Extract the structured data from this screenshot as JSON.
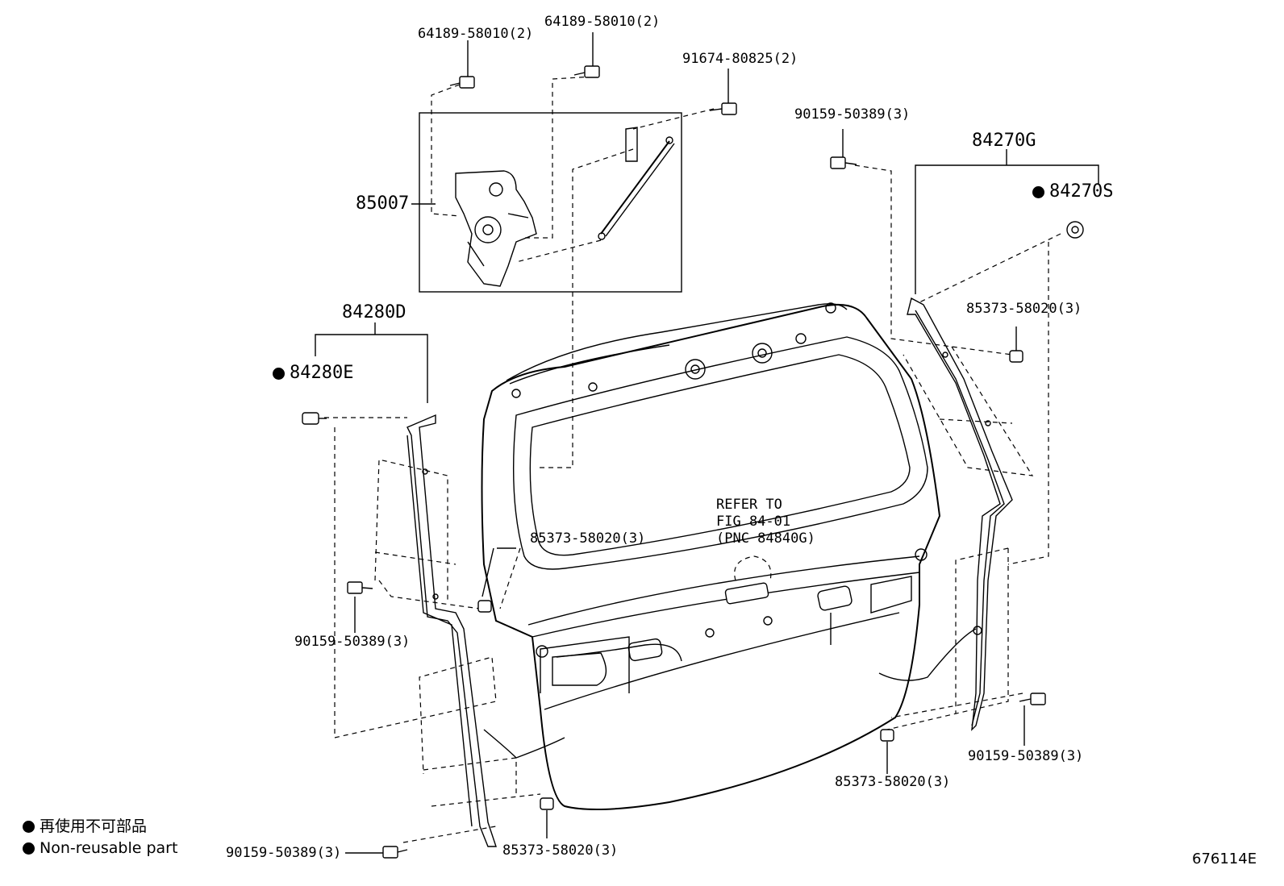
{
  "diagram_id": "676114E",
  "legend": {
    "jp": "再使用不可部品",
    "en": "Non-reusable part"
  },
  "callouts": {
    "bolt_top_left": "64189-58010(2)",
    "bolt_top_mid": "64189-58010(2)",
    "bolt_top_right": "91674-80825(2)",
    "screw_top_right": "90159-50389(3)",
    "seal_right_assy": "84270G",
    "seal_right_clip": "84270S",
    "clip_right_upper": "85373-58020(3)",
    "closer_assy": "85007",
    "seal_left_assy": "84280D",
    "seal_left_clip": "84280E",
    "clip_left_mid": "85373-58020(3)",
    "refer_line1": "REFER TO",
    "refer_line2": "FIG 84-01",
    "refer_line3": "(PNC 84840G)",
    "screw_left_mid": "90159-50389(3)",
    "screw_right_low": "90159-50389(3)",
    "clip_bottom_right": "85373-58020(3)",
    "screw_bottom_left": "90159-50389(3)",
    "clip_bottom_mid": "85373-58020(3)"
  }
}
